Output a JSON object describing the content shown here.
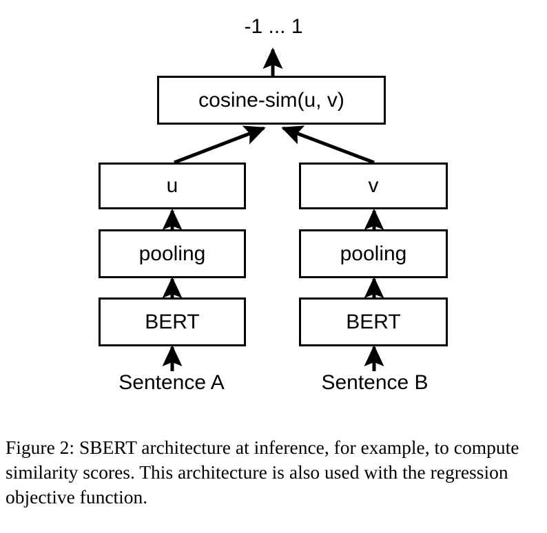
{
  "figure": {
    "id": "sbert-inference-architecture",
    "output_label": "-1 ... 1",
    "nodes": {
      "cosine": "cosine-sim(u, v)",
      "u": "u",
      "v": "v",
      "pooling_a": "pooling",
      "pooling_b": "pooling",
      "bert_a": "BERT",
      "bert_b": "BERT"
    },
    "inputs": {
      "sentence_a": "Sentence A",
      "sentence_b": "Sentence B"
    },
    "colors": {
      "stroke": "#000000",
      "fill": "#ffffff",
      "text": "#000000"
    }
  },
  "caption": {
    "text": "Figure 2:  SBERT architecture at inference, for example, to compute similarity scores.  This architecture is also used with the regression objective function."
  }
}
